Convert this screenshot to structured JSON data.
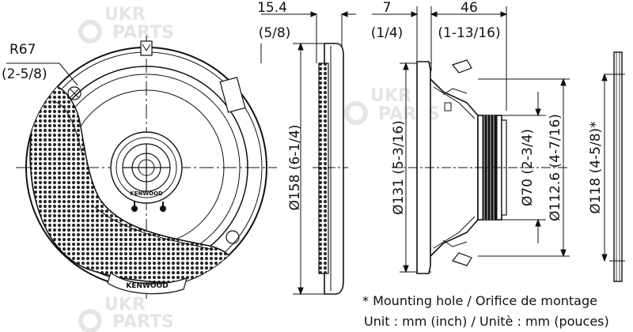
{
  "watermark": {
    "line1": "UKR",
    "line2": "PARTS"
  },
  "front_view": {
    "radius_label": "R67",
    "radius_label_inch": "(2-5/8)",
    "brand_center": "KENWOOD",
    "brand_grille": "KENWOOD"
  },
  "side_profile": {
    "depth_mm": "15.4",
    "depth_inch": "(5/8)",
    "outer_dia": "Ø158 (6-1/4)"
  },
  "section_view": {
    "flange_mm": "7",
    "flange_inch": "(1/4)",
    "depth_mm": "46",
    "depth_inch": "(1-13/16)",
    "frame_dia": "Ø131 (5-3/16)",
    "magnet_dia": "Ø70 (2-3/4)",
    "basket_dia": "Ø112.6 (4-7/16)"
  },
  "mounting": {
    "hole_dia": "Ø118 (4-5/8)*"
  },
  "notes": {
    "mounting_hole": "* Mounting hole / Orifice de montage",
    "unit": "Unit : mm (inch) / Unitè : mm (pouces)"
  }
}
